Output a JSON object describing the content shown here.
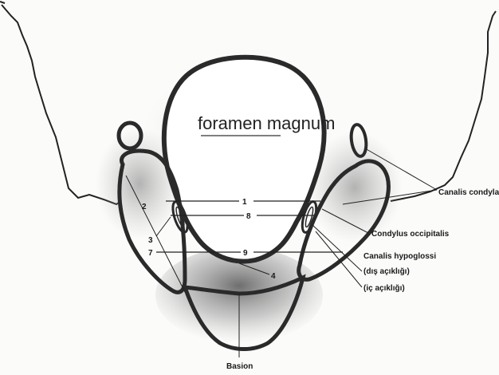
{
  "title": "foramen magnum",
  "labels": {
    "canalis_condylaris": "Canalis condylaris",
    "condylus_occipitalis": "Condylus occipitalis",
    "canalis_hypoglossi": "Canalis hypoglossi",
    "dis_acikligi": "(dış açıklığı)",
    "ic_acikligi": "(iç açıklığı)",
    "basion": "Basion"
  },
  "numbers": {
    "n1": "1",
    "n8": "8",
    "n9": "9",
    "n4": "4",
    "n2": "2",
    "n3": "3",
    "n7": "7"
  }
}
